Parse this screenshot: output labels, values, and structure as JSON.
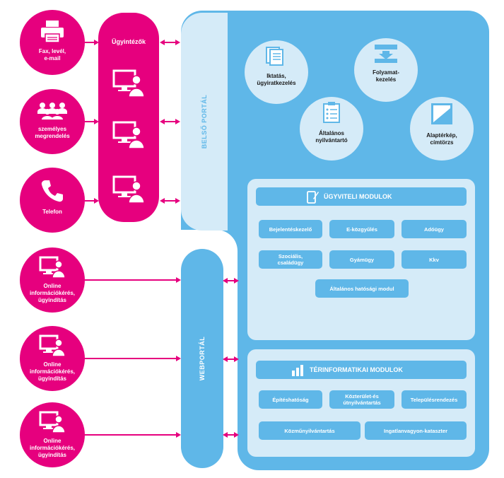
{
  "channels": [
    {
      "label": "Fax, levél,\ne-mail",
      "icon": "printer-icon"
    },
    {
      "label": "személyes\nmegrendelés",
      "icon": "people-icon"
    },
    {
      "label": "Telefon",
      "icon": "phone-icon"
    }
  ],
  "online_channels": [
    {
      "label": "Online\ninformációkérés,\nügyindítás",
      "icon": "computer-user-icon"
    },
    {
      "label": "Online\ninformációkérés,\nügyindítás",
      "icon": "computer-user-icon"
    },
    {
      "label": "Online\ninformációkérés,\nügyindítás",
      "icon": "computer-user-icon"
    }
  ],
  "agents": {
    "title": "Ügyintézők"
  },
  "portals": {
    "internal": "BELSŐ PORTÁL",
    "web": "WEBPORTÁL"
  },
  "core_modules": [
    {
      "label": "Iktatás,\nügyiratkezelés",
      "icon": "documents-icon"
    },
    {
      "label": "Folyamat-\nkezelés",
      "icon": "process-icon"
    },
    {
      "label": "Általános\nnyilvántartó",
      "icon": "checklist-icon"
    },
    {
      "label": "Alaptérkép,\ncímtörzs",
      "icon": "map-icon"
    }
  ],
  "admin_panel": {
    "title": "ÜGYVITELI MODULOK",
    "items": [
      "Bejelentéskezelő",
      "E-közgyűlés",
      "Adóügy",
      "Szociális,\ncsaládügy",
      "Gyámügy",
      "Kkv",
      "Általános hatósági modul"
    ]
  },
  "geo_panel": {
    "title": "TÉRINFORMATIKAI MODULOK",
    "items": [
      "Építéshatóság",
      "Közterület-és\nútnyilvántartás",
      "Településrendezés",
      "Közműnyilvántartás",
      "Ingatlanvagyon-kataszter"
    ]
  },
  "colors": {
    "magenta": "#e6007e",
    "blue": "#5fb7e8",
    "light_blue": "#d5ebf8"
  }
}
